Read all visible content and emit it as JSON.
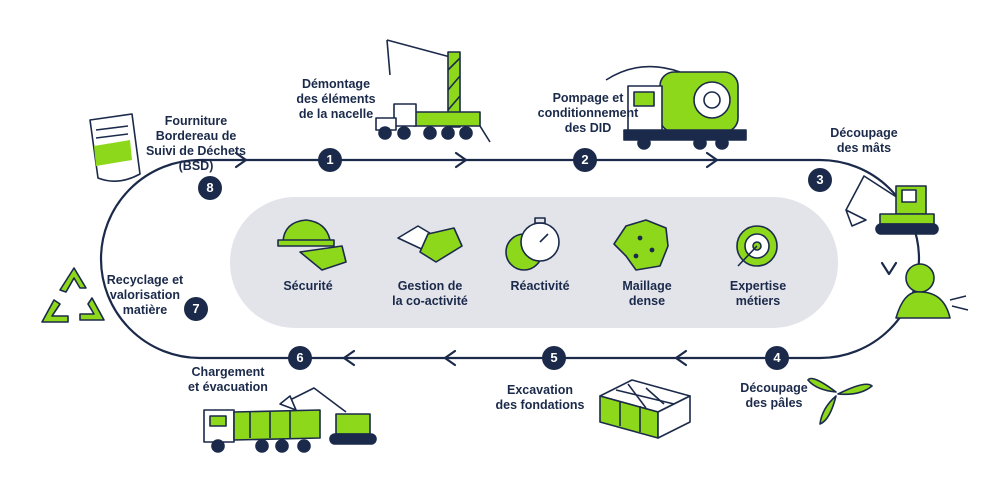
{
  "colors": {
    "navy": "#1b2a4a",
    "green": "#8ed81c",
    "pill": "#e3e4ea"
  },
  "steps": [
    {
      "number": "1",
      "lines": [
        "Démontage",
        "des éléments",
        "de la nacelle"
      ],
      "icon": "crane-truck-icon"
    },
    {
      "number": "2",
      "lines": [
        "Pompage et",
        "conditionnement",
        "des DID"
      ],
      "icon": "pump-truck-icon"
    },
    {
      "number": "3",
      "lines": [
        "Découpage",
        "des mâts"
      ],
      "icon": "excavator-welder-icon"
    },
    {
      "number": "4",
      "lines": [
        "Découpage",
        "des pâles"
      ],
      "icon": "turbine-blades-icon"
    },
    {
      "number": "5",
      "lines": [
        "Excavation",
        "des fondations"
      ],
      "icon": "concrete-block-icon"
    },
    {
      "number": "6",
      "lines": [
        "Chargement",
        "et évacuation"
      ],
      "icon": "dump-truck-excavator-icon"
    },
    {
      "number": "7",
      "lines": [
        "Recyclage et",
        "valorisation",
        "matière"
      ],
      "icon": "recycle-icon"
    },
    {
      "number": "8",
      "lines": [
        "Fourniture",
        "Bordereau de",
        "Suivi de Déchets",
        "(BSD)"
      ],
      "icon": "document-icon"
    }
  ],
  "values": [
    {
      "lines": [
        "Sécurité"
      ],
      "icon": "helmet-gloves-icon"
    },
    {
      "lines": [
        "Gestion de",
        "la co-activité"
      ],
      "icon": "handshake-icon"
    },
    {
      "lines": [
        "Réactivité"
      ],
      "icon": "stopwatch-gear-icon"
    },
    {
      "lines": [
        "Maillage",
        "dense"
      ],
      "icon": "france-map-icon"
    },
    {
      "lines": [
        "Expertise",
        "métiers"
      ],
      "icon": "target-icon"
    }
  ]
}
